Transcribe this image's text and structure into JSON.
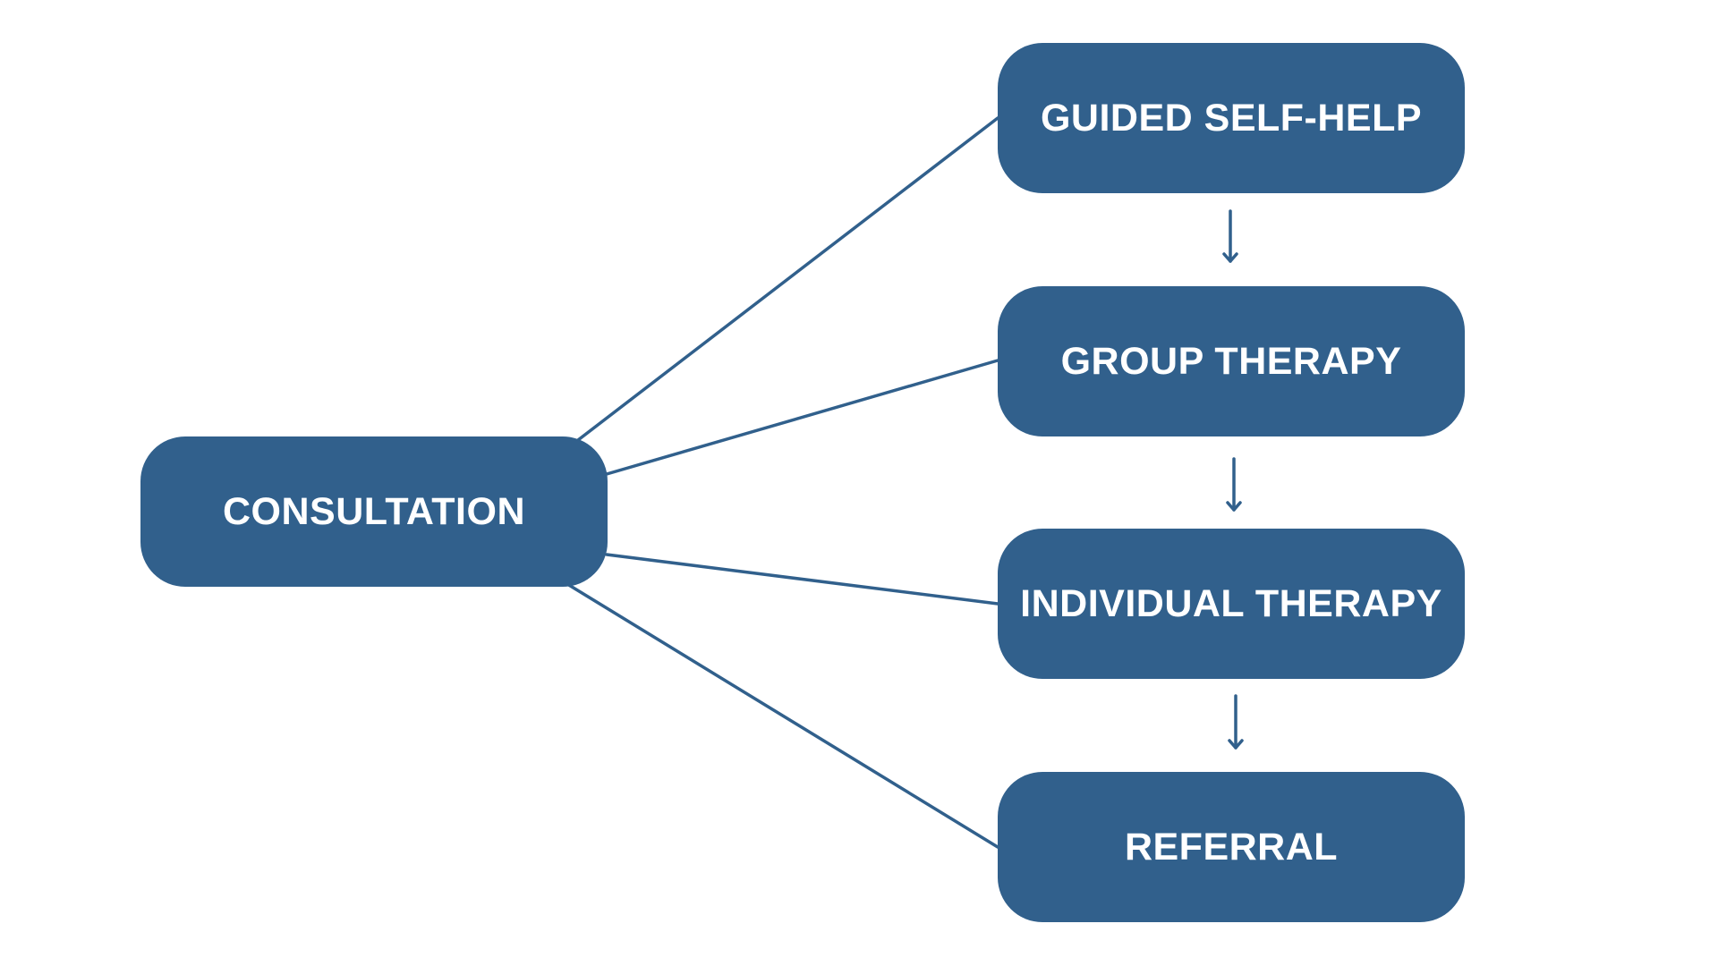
{
  "colors": {
    "node_fill": "#31608C",
    "connector": "#31608C",
    "text": "#FFFFFF",
    "background": "#FFFFFF"
  },
  "nodes": {
    "consultation": "CONSULTATION",
    "guided_self_help": "GUIDED SELF-HELP",
    "group_therapy": "GROUP THERAPY",
    "individual_therapy": "INDIVIDUAL THERAPY",
    "referral": "REFERRAL"
  },
  "edges": [
    {
      "from": "consultation",
      "to": "guided_self_help",
      "style": "line"
    },
    {
      "from": "consultation",
      "to": "group_therapy",
      "style": "line"
    },
    {
      "from": "consultation",
      "to": "individual_therapy",
      "style": "line"
    },
    {
      "from": "consultation",
      "to": "referral",
      "style": "line"
    },
    {
      "from": "guided_self_help",
      "to": "group_therapy",
      "style": "arrow"
    },
    {
      "from": "group_therapy",
      "to": "individual_therapy",
      "style": "arrow"
    },
    {
      "from": "individual_therapy",
      "to": "referral",
      "style": "arrow"
    }
  ]
}
